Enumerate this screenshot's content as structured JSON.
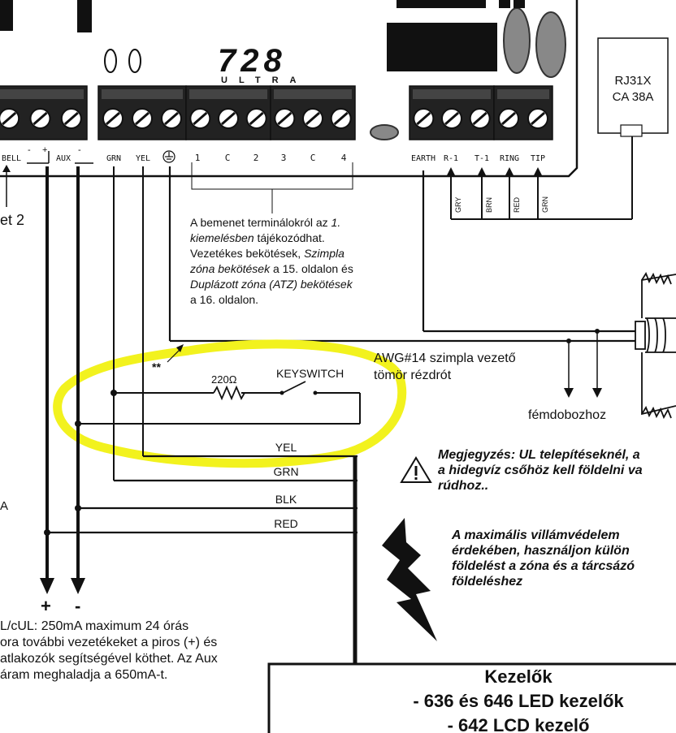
{
  "board": {
    "brand_number": "728",
    "brand_word": "ULTRA",
    "terminals": [
      "BELL",
      "AUX",
      "GRN",
      "YEL",
      "1",
      "C",
      "2",
      "3",
      "C",
      "4",
      "EARTH",
      "R-1",
      "T-1",
      "RING",
      "TIP"
    ],
    "bell_minus": "-",
    "bell_plus": "+",
    "aux_minus": "-"
  },
  "rj31x": {
    "line1": "RJ31X",
    "line2": "CA 38A"
  },
  "phone_wires": [
    "GRY",
    "BRN",
    "RED",
    "GRN"
  ],
  "left_cut": {
    "label1": "et 2",
    "label2": "A"
  },
  "input_note": {
    "line1_pre": "A bemenet terminálokról az ",
    "line1_em": "1.",
    "line2_em": "kiemelésben",
    "line2_post": " tájékozódhat.",
    "line3_pre": "Vezetékes bekötések, ",
    "line3_em": "Szimpla",
    "line4_em": "zóna bekötések",
    "line4_post": " a 15. oldalon és",
    "line5_em": "Duplázott zóna (ATZ) bekötések",
    "line6": "a 16. oldalon."
  },
  "circuit": {
    "resistor": "220Ω",
    "keyswitch": "KEYSWITCH",
    "asterisks": "**",
    "awg_line1": "AWG#14 szimpla vezető",
    "awg_line2": "tömör rézdrót",
    "to_box": "fémdobozhoz",
    "wire_labels": [
      "YEL",
      "GRN",
      "BLK",
      "RED"
    ]
  },
  "power": {
    "plus": "+",
    "minus": "-"
  },
  "ul_note": {
    "line1": "Megjegyzés: UL telepítéseknél, a",
    "line2": "a hidegvíz csőhöz kell földelni va",
    "line3": "rúdhoz.."
  },
  "lightning_note": {
    "line1": "A maximális villámvédelem",
    "line2": "érdekében, használjon külön",
    "line3": "földelést a zóna és a tárcsázó",
    "line4": "földeléshez"
  },
  "bottom_note": {
    "line1": "L/cUL: 250mA maximum 24 órás",
    "line2": "ora további vezetékeket a piros (+) és",
    "line3": "atlakozók segítségével köthet. Az Aux",
    "line4": "áram meghaladja a 650mA-t."
  },
  "keypads_box": {
    "title": "Kezelők",
    "line1": "- 636 és 646 LED kezelők",
    "line2": "- 642 LCD kezelő"
  }
}
